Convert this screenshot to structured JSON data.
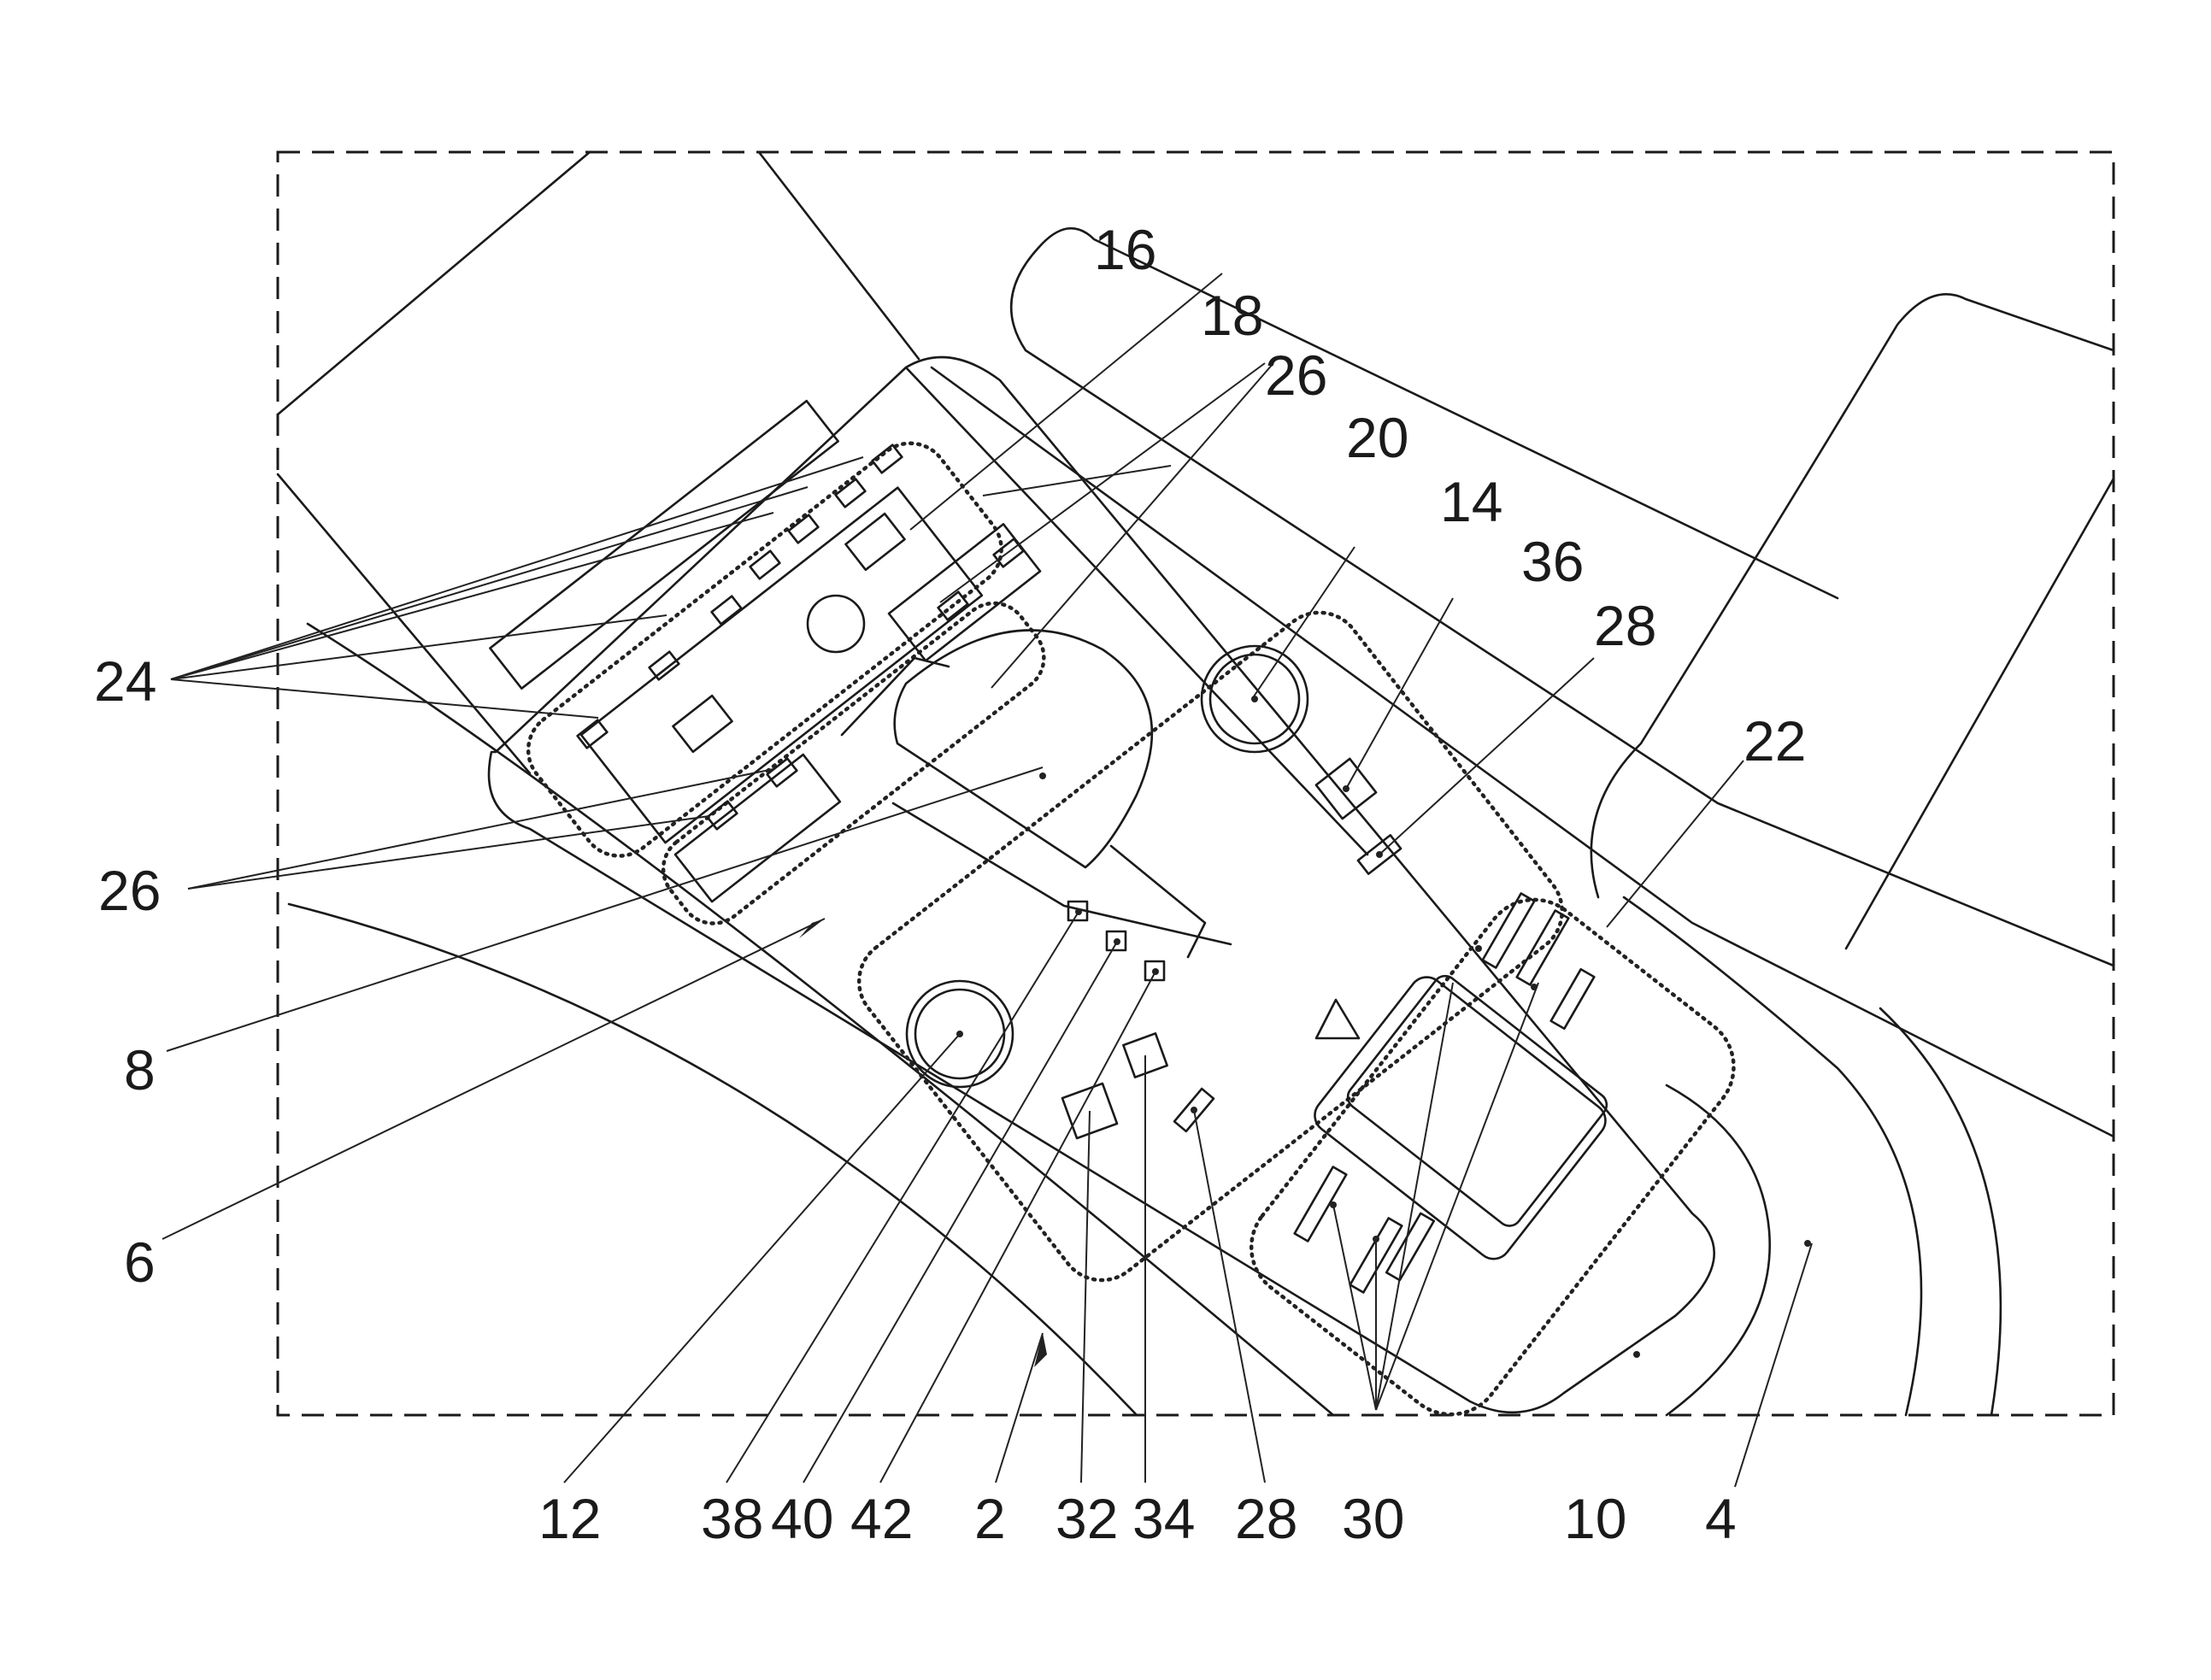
{
  "figure": {
    "reference_numerals": [
      "2",
      "4",
      "6",
      "8",
      "10",
      "12",
      "14",
      "16",
      "18",
      "20",
      "22",
      "24",
      "26",
      "26",
      "28",
      "28",
      "30",
      "32",
      "34",
      "36",
      "38",
      "40",
      "42"
    ]
  },
  "labels": {
    "n2": "2",
    "n4": "4",
    "n6": "6",
    "n8": "8",
    "n10": "10",
    "n12": "12",
    "n14": "14",
    "n16": "16",
    "n18": "18",
    "n20": "20",
    "n22": "22",
    "n24": "24",
    "n26_top": "26",
    "n26_left": "26",
    "n28_top": "28",
    "n28_bottom": "28",
    "n30": "30",
    "n32": "32",
    "n34": "34",
    "n36": "36",
    "n38": "38",
    "n40": "40",
    "n42": "42"
  }
}
